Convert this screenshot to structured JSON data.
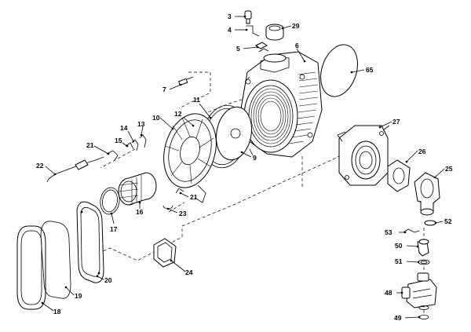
{
  "callouts": {
    "n3": "3",
    "n4": "4",
    "n5": "5",
    "n6": "6",
    "n7": "7",
    "n9": "9",
    "n10": "10",
    "n11": "11",
    "n12": "12",
    "n13": "13",
    "n14": "14",
    "n15": "15",
    "n16": "16",
    "n17": "17",
    "n18": "18",
    "n19": "19",
    "n20": "20",
    "n21a": "21",
    "n21b": "21",
    "n22": "22",
    "n23": "23",
    "n24": "24",
    "n25": "25",
    "n26": "26",
    "n27": "27",
    "n29": "29",
    "n48": "48",
    "n49": "49",
    "n50": "50",
    "n51": "51",
    "n52": "52",
    "n53": "53",
    "n65": "65"
  }
}
